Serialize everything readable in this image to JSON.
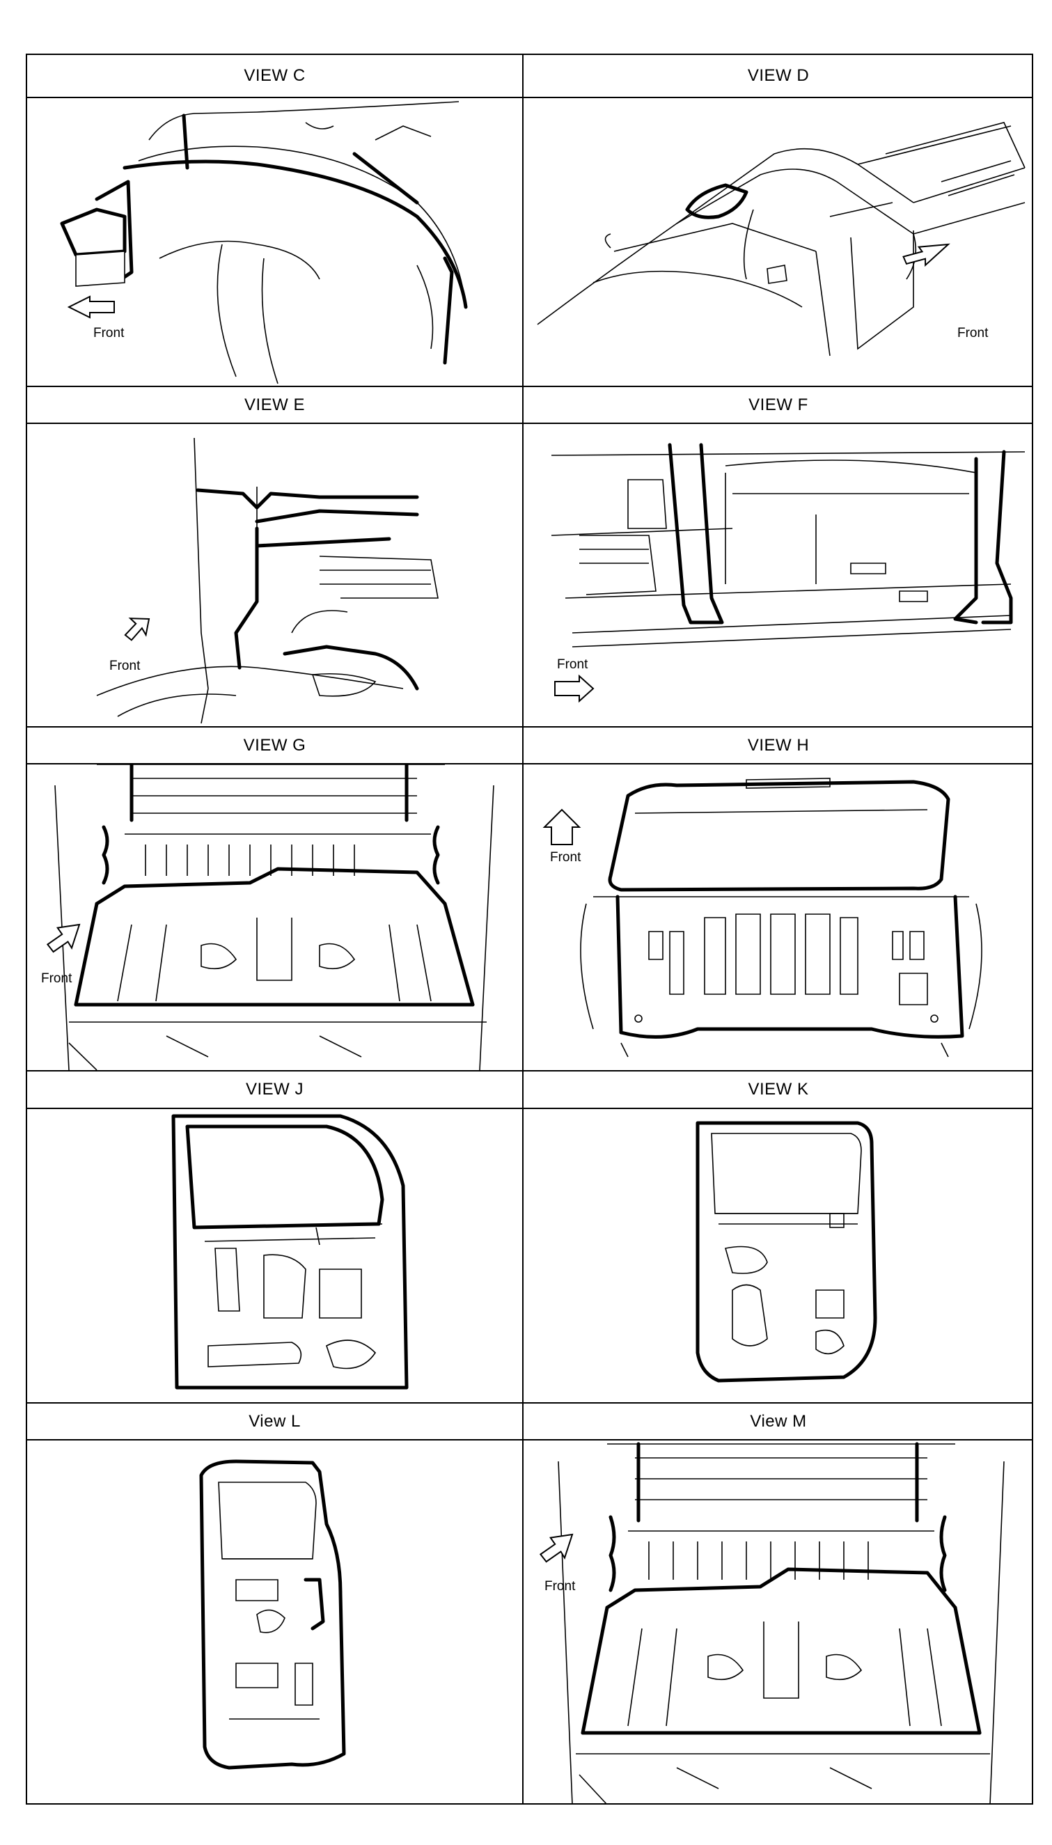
{
  "views": [
    {
      "title": "VIEW C",
      "front": "Front"
    },
    {
      "title": "VIEW D",
      "front": "Front"
    },
    {
      "title": "VIEW E",
      "front": "Front"
    },
    {
      "title": "VIEW F",
      "front": "Front"
    },
    {
      "title": "VIEW G",
      "front": "Front"
    },
    {
      "title": "VIEW H",
      "front": "Front"
    },
    {
      "title": "VIEW J"
    },
    {
      "title": "VIEW K"
    },
    {
      "title": "View L"
    },
    {
      "title": "View M",
      "front": "Front"
    }
  ]
}
